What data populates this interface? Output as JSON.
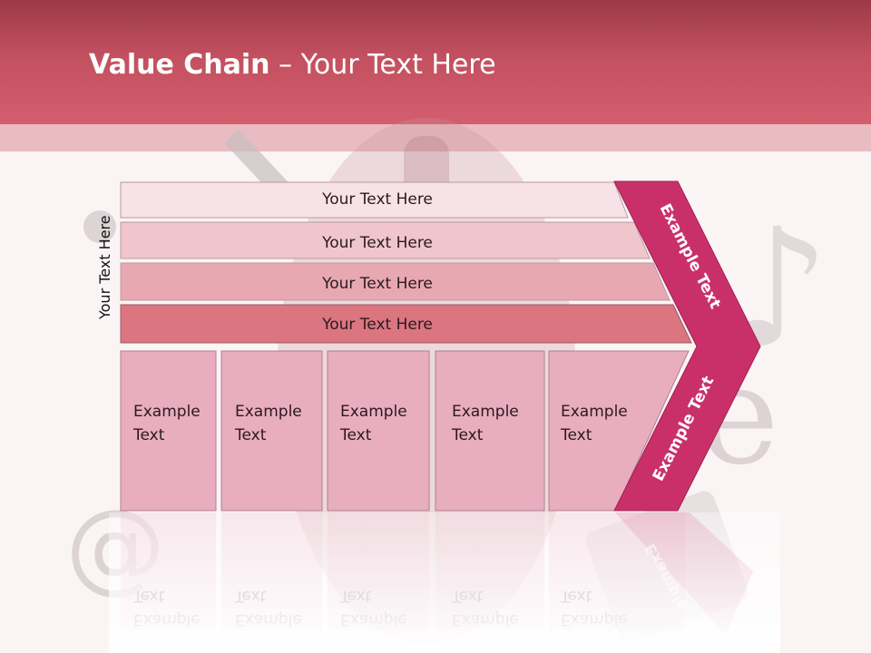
{
  "title": {
    "bold": "Value Chain",
    "rest": " – Your Text Here"
  },
  "side_label": "Your Text Here",
  "rows": [
    {
      "label": "Your Text Here",
      "color": "#f7e3e7"
    },
    {
      "label": "Your Text Here",
      "color": "#f0c5cc"
    },
    {
      "label": "Your Text Here",
      "color": "#e8a8b1"
    },
    {
      "label": "Your Text Here",
      "color": "#db7580"
    }
  ],
  "boxes": [
    {
      "line1": "Example",
      "line2": "Text"
    },
    {
      "line1": "Example",
      "line2": "Text"
    },
    {
      "line1": "Example",
      "line2": "Text"
    },
    {
      "line1": "Example",
      "line2": "Text"
    },
    {
      "line1": "Example",
      "line2": "Text"
    }
  ],
  "chevron": {
    "upper_label": "Example Text",
    "lower_label": "Example Text",
    "color": "#c9306a"
  },
  "colors": {
    "box_fill": "#e9adc0",
    "header": "#c2505f"
  }
}
